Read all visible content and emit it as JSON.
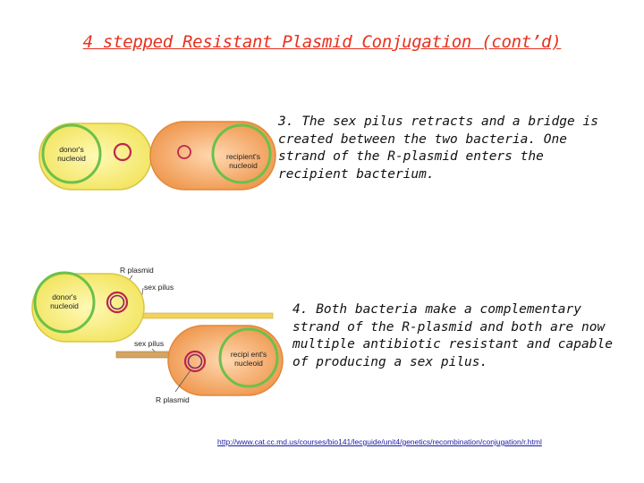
{
  "slide": {
    "title": "4 stepped Resistant Plasmid Conjugation (cont’d)",
    "link": "http://www.cat.cc.md.us/courses/bio141/lecguide/unit4/genetics/recombination/conjugation/r.html"
  },
  "step3": {
    "text": "3. The sex pilus retracts and a bridge is created between the two bacteria. One strand of the R-plasmid enters the recipient bacterium.",
    "diagram": {
      "donor_label_1": "donor's",
      "donor_label_2": "nucleoid",
      "recipient_label_1": "recipient's",
      "recipient_label_2": "nucleoid"
    }
  },
  "step4": {
    "text": "4. Both bacteria make a complementary strand of the R-plasmid and both are now multiple antibiotic resistant and capable of producing a sex pilus.",
    "diagram": {
      "r_plasmid_top": "R plasmid",
      "sex_pilus_top": "sex pilus",
      "donor_label_1": "donor's",
      "donor_label_2": "nucleoid",
      "sex_pilus_bottom": "sex pilus",
      "recipient_label_1": "recipi ent's",
      "recipient_label_2": "nucleoid",
      "r_plasmid_bottom": "R plasmid"
    }
  },
  "colors": {
    "title": "#e8301e",
    "donor_cell": "#f7ee7a",
    "recipient_cell": "#f3a25a",
    "nucleoid_ring": "#6cc04a",
    "plasmid": "#c0254a"
  }
}
